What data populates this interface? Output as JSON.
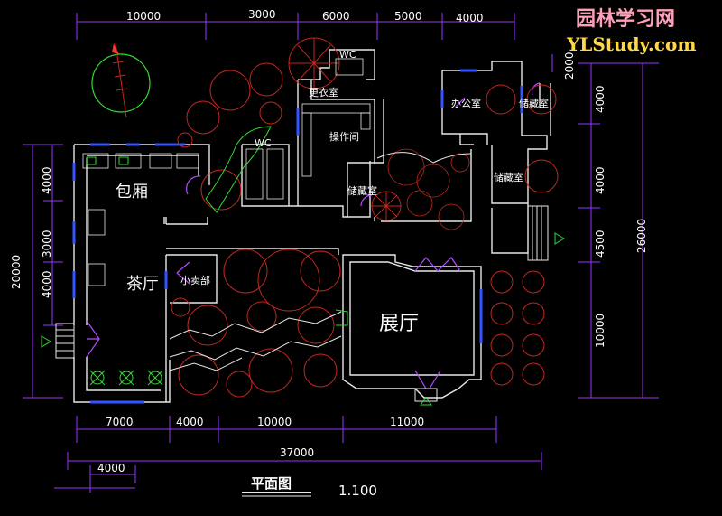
{
  "watermark": {
    "cn": "园林学习网",
    "en": "YLStudy.com"
  },
  "title": {
    "text": "平面图",
    "scale": "1.100"
  },
  "dimensions": {
    "top": [
      "10000",
      "3000",
      "6000",
      "5000",
      "4000"
    ],
    "top_right": "2000",
    "right_inner": [
      "4000",
      "4000",
      "4500",
      "10000"
    ],
    "right_total": "26000",
    "left_total": "20000",
    "left_inner": [
      "4000",
      "3000",
      "4000"
    ],
    "bottom": [
      "7000",
      "4000",
      "10000",
      "11000"
    ],
    "bottom_total": "37000",
    "bottom_small": "4000"
  },
  "rooms": {
    "baoxiang": "包厢",
    "chating": "茶厅",
    "zhanting": "展厅",
    "gengyi": "更衣室",
    "wc1": "WC",
    "wc2": "WC",
    "caozuojian": "操作间",
    "chucang1": "储藏室",
    "bangongshi": "办公室",
    "chucang2": "储藏室",
    "chucang3": "储藏室",
    "xiaomaibu": "小卖部"
  }
}
